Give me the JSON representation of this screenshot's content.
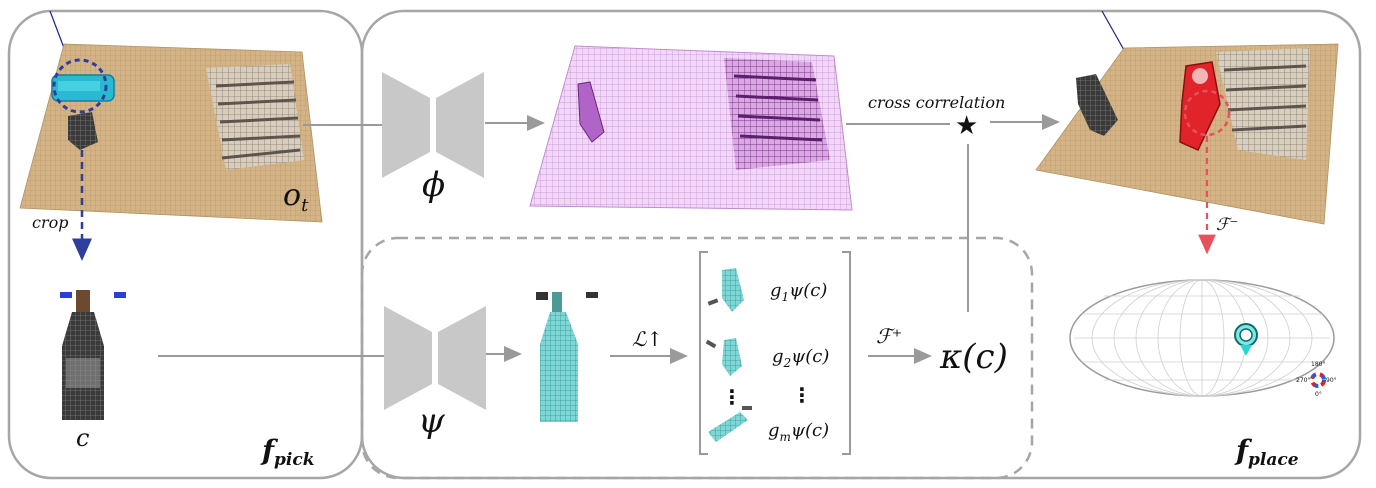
{
  "pick": {
    "obs_label": "o",
    "obs_sub": "t",
    "crop_label": "crop",
    "crop_var": "c",
    "title": "f",
    "title_sub": "pick"
  },
  "place": {
    "title": "f",
    "title_sub": "place",
    "f_minus": "ℱ⁻",
    "compass": {
      "top": "180°",
      "left": "270°",
      "right": "90°",
      "bottom": "0°"
    }
  },
  "encoders": {
    "phi": "ϕ",
    "psi": "ψ"
  },
  "cross_correlation": {
    "label": "cross correlation",
    "symbol": "★"
  },
  "lift": {
    "label": "ℒ↑"
  },
  "group_items": [
    {
      "g": "g",
      "sub": "1",
      "rest": "ψ(c)"
    },
    {
      "g": "g",
      "sub": "2",
      "rest": "ψ(c)"
    },
    {
      "g": "g",
      "sub": "m",
      "rest": "ψ(c)"
    }
  ],
  "dots": "⋮",
  "f_plus": "ℱ⁺",
  "kappa": "κ(c)",
  "colors": {
    "box_border": "#a6a6a6",
    "encoder": "#c8c8c8",
    "arrow": "#9a9a9a",
    "crop_arrow": "#2c3e9e",
    "red_arrow": "#e8505b",
    "table": "#cfae7e",
    "voxel_purple": "#c88ad8",
    "teal": "#3fb8b8",
    "red_obj": "#e0242a"
  }
}
